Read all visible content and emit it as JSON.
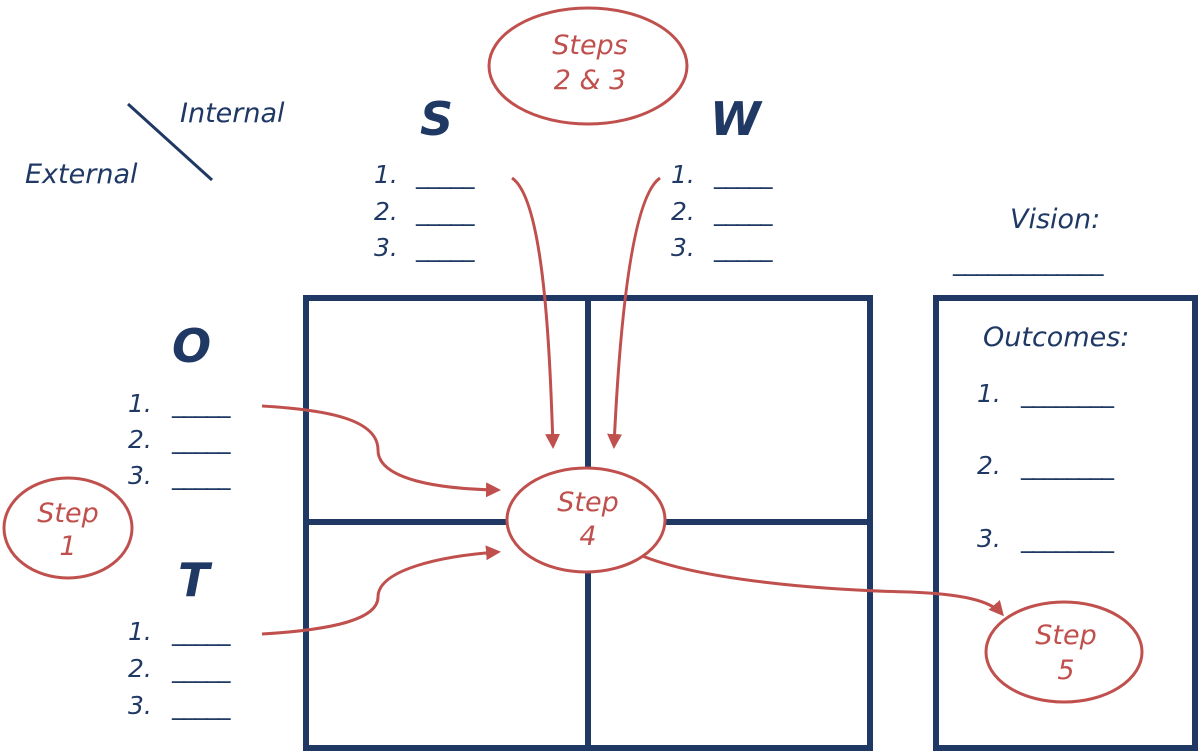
{
  "corner_labels": {
    "internal": "Internal",
    "external": "External"
  },
  "letters": {
    "s": "S",
    "w": "W",
    "o": "O",
    "t": "T"
  },
  "item_numbers": [
    "1.",
    "2.",
    "3."
  ],
  "blank_short": "_____",
  "blank_long": "________",
  "vision": {
    "label": "Vision:",
    "blank": "_____________"
  },
  "outcomes": {
    "label": "Outcomes:"
  },
  "steps": {
    "step1": {
      "line1": "Step",
      "line2": "1"
    },
    "step23": {
      "line1": "Steps",
      "line2": "2 & 3"
    },
    "step4": {
      "line1": "Step",
      "line2": "4"
    },
    "step5": {
      "line1": "Step",
      "line2": "5"
    }
  },
  "colors": {
    "navy": "#1f3864",
    "red": "#c0504d"
  }
}
